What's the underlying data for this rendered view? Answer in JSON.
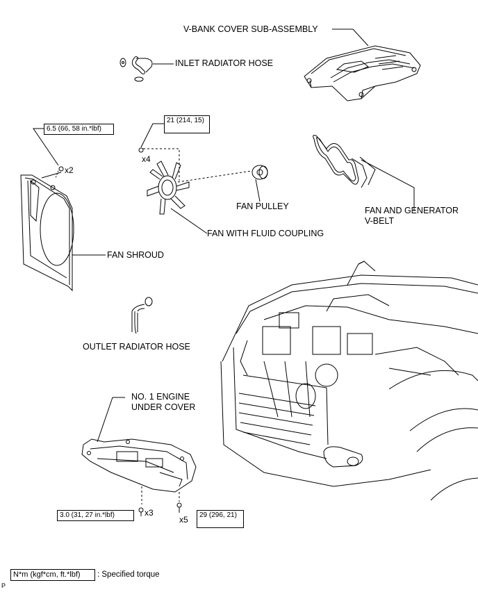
{
  "labels": {
    "v_bank_cover": "V-BANK COVER SUB-ASSEMBLY",
    "inlet_hose": "INLET RADIATOR HOSE",
    "fan_shroud": "FAN SHROUD",
    "fan_pulley": "FAN PULLEY",
    "fan_belt_line1": "FAN AND GENERATOR",
    "fan_belt_line2": "V-BELT",
    "fan_coupling": "FAN WITH FLUID COUPLING",
    "outlet_hose": "OUTLET RADIATOR HOSE",
    "under_cover_line1": "NO. 1 ENGINE",
    "under_cover_line2": "UNDER COVER"
  },
  "torques": {
    "shroud": "6.5 (66, 58 in.*lbf)",
    "fan": "21 (214, 15)",
    "under_cover_front": "3.0 (31, 27 in.*lbf)",
    "under_cover_rear": "29 (296, 21)"
  },
  "quantities": {
    "shroud": "x2",
    "fan": "x4",
    "under_cover_front": "x3",
    "under_cover_rear": "x5"
  },
  "legend": {
    "unit": "N*m (kgf*cm, ft.*lbf)",
    "text": ": Specified torque"
  },
  "corner_mark": "P"
}
